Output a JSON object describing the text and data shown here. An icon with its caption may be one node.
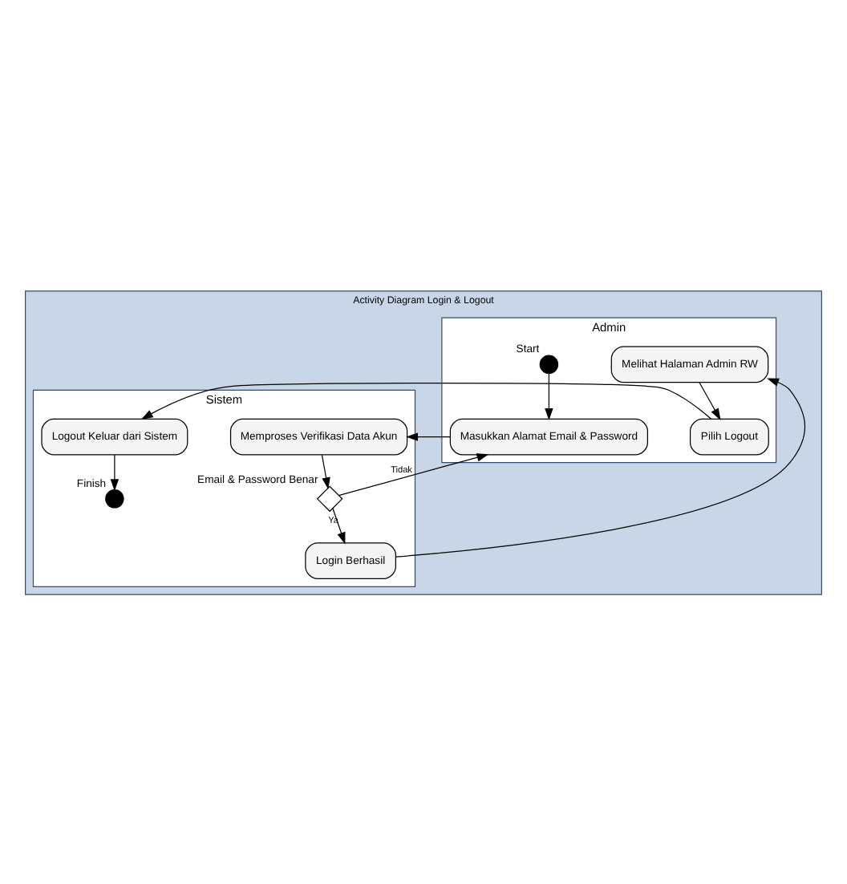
{
  "diagram": {
    "nodes": [
      {
        "text": [
          "Activity Diagram Login & Logout"
        ]
      },
      {
        "text": [
          "Admin"
        ],
        "in": 0
      },
      {
        "text": [
          "Sistem"
        ],
        "in": 0
      },
      {
        "text": [],
        "shape": "circle",
        "beside": [
          "Start"
        ],
        "in": 1
      },
      {
        "text": [
          "Masukkan Alamat Email & Password"
        ],
        "in": 1
      },
      {
        "text": [
          "Memproses Verifikasi Data Akun"
        ],
        "in": 2
      },
      {
        "text": [],
        "shape": "diamond",
        "beside": [
          "Email & Password Benar"
        ],
        "in": 2
      },
      {
        "text": [
          "Login Berhasil"
        ],
        "in": 2
      },
      {
        "text": [
          "Melihat Halaman Admin RW"
        ],
        "in": 1
      },
      {
        "text": [
          "Pilih Logout"
        ],
        "in": 1
      },
      {
        "text": [
          "Logout Keluar dari Sistem"
        ],
        "in": 2
      },
      {
        "text": [],
        "shape": "circle",
        "beside": [
          "Finish"
        ],
        "in": 2
      }
    ],
    "edges": [
      {
        "from": 3,
        "to": 4,
        "arrow": "to"
      },
      {
        "from": 4,
        "to": 5,
        "arrow": "to"
      },
      {
        "from": 5,
        "to": 6,
        "arrow": "to"
      },
      {
        "from": 6,
        "to": 4,
        "arrow": "to",
        "label": "Tidak"
      },
      {
        "from": 6,
        "to": 7,
        "arrow": "to",
        "label": "Ya"
      },
      {
        "from": 7,
        "to": 8,
        "arrow": "to"
      },
      {
        "from": 8,
        "to": 9,
        "arrow": "to"
      },
      {
        "from": 9,
        "to": 10,
        "arrow": "to"
      },
      {
        "from": 10,
        "to": 11,
        "arrow": "to"
      }
    ]
  }
}
